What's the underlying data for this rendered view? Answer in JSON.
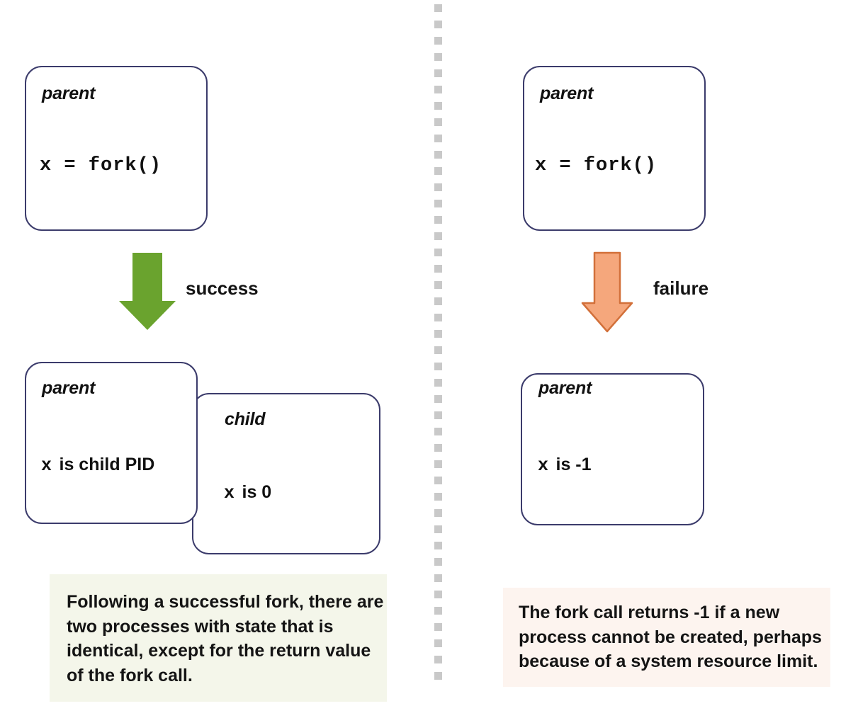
{
  "figure": {
    "title": "fork() success and failure outcomes",
    "divider": {
      "name": "vertical-dotted-divider",
      "color": "#c9c9c9",
      "dot_count": 42
    }
  },
  "colors": {
    "box_border": "#3b3b6b",
    "box_fill": "#ffffff",
    "success_arrow": "#6aa32e",
    "failure_arrow_fill": "#f5a77c",
    "failure_arrow_stroke": "#d2703a",
    "caption_success_bg": "#f4f6ea",
    "caption_failure_bg": "#fdf4ef",
    "text": "#141414"
  },
  "success_branch": {
    "top_box": {
      "title": "parent",
      "code": "x = fork()"
    },
    "arrow": {
      "label": "success",
      "icon": "down-arrow-icon",
      "color": "#6aa32e"
    },
    "result_boxes": [
      {
        "title": "parent",
        "var": "x",
        "value_text": "is child PID"
      },
      {
        "title": "child",
        "var": "x",
        "value_text": "is 0"
      }
    ],
    "caption": "Following a successful fork, there are two processes with state that is identical, except for the return value of the fork call."
  },
  "failure_branch": {
    "top_box": {
      "title": "parent",
      "code": "x = fork()"
    },
    "arrow": {
      "label": "failure",
      "icon": "down-arrow-icon",
      "color": "#f5a77c"
    },
    "result_boxes": [
      {
        "title": "parent",
        "var": "x",
        "value_text": "is -1"
      }
    ],
    "caption": "The fork call returns -1 if a new process cannot be created, perhaps because of a system resource limit."
  }
}
